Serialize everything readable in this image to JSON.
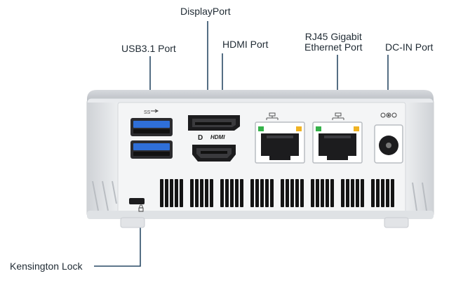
{
  "labels": {
    "displayport": "DisplayPort",
    "usb": "USB3.1 Port",
    "hdmi": "HDMI Port",
    "rj45_line1": "RJ45 Gigabit",
    "rj45_line2": "Ethernet Port",
    "dcin": "DC-IN Port",
    "kensington": "Kensington Lock"
  },
  "port_markings": {
    "usb_ss": "SS",
    "hdmi": "HDMI",
    "dp": "D"
  },
  "colors": {
    "leader_line": "#2a4a66",
    "chassis_top": "#c9ccd1",
    "panel_face": "#f4f5f6",
    "port_dark": "#1c1c1e",
    "usb_blue": "#2f6fd8",
    "led_green": "#35b24a",
    "led_yellow": "#f0b323",
    "vent": "#141414"
  }
}
